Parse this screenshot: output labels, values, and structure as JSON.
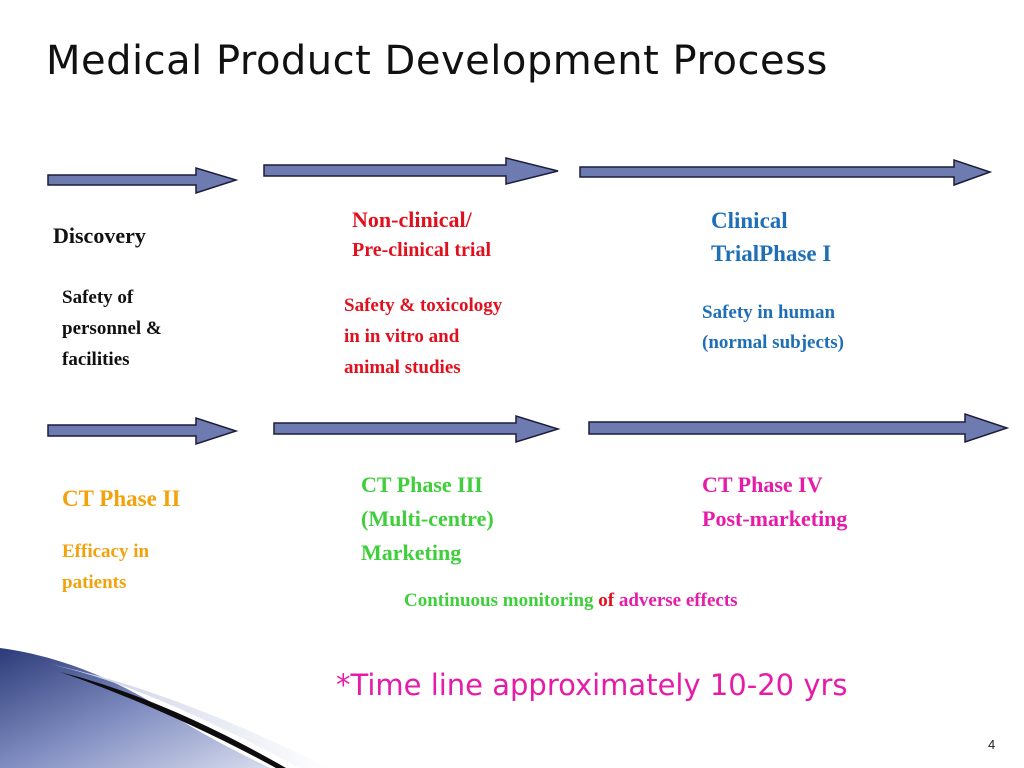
{
  "slide": {
    "title": "Medical Product Development Process",
    "page_number": "4"
  },
  "colors": {
    "arrow_fill": "#6e7bb0",
    "arrow_stroke": "#1c1c3a",
    "red": "#e0101e",
    "blue": "#1f6fb7",
    "orange": "#f3a20c",
    "green": "#3fcf3b",
    "magenta": "#e51ca8"
  },
  "stages": {
    "discovery": {
      "title": "Discovery",
      "desc_lines": [
        "Safety of",
        "personnel &",
        "facilities"
      ]
    },
    "nonclinical": {
      "title": "Non-clinical/",
      "subtitle": "Pre-clinical trial",
      "desc_lines": [
        "Safety & toxicology",
        "in in vitro and",
        "animal studies"
      ]
    },
    "clinical_phase1": {
      "title_lines": [
        "Clinical",
        "TrialPhase I"
      ],
      "desc_lines": [
        "Safety in human",
        "(normal subjects)"
      ]
    },
    "ct_phase2": {
      "title": "CT Phase II",
      "desc_lines": [
        "Efficacy in",
        "patients"
      ]
    },
    "ct_phase3": {
      "title_lines": [
        "CT Phase III",
        "(Multi-centre)",
        "Marketing"
      ]
    },
    "ct_phase4": {
      "title_lines": [
        "CT Phase IV",
        "Post-marketing"
      ]
    }
  },
  "monitoring": {
    "part1": "Continuous monitoring",
    "part2": "of",
    "part3": "adverse effects"
  },
  "timeline": "*Time line approximately 10-20 yrs"
}
